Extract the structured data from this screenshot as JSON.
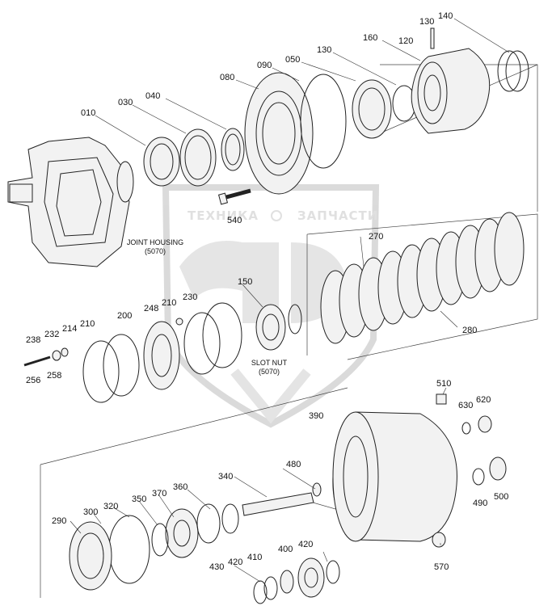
{
  "watermark": {
    "left": "ТЕХНИКА",
    "right": "ЗАПЧАСТИ",
    "logo": "ЭП"
  },
  "notes": {
    "joint_housing": [
      "JOINT HOUSING",
      "(5070)"
    ],
    "slot_nut": [
      "SLOT NUT",
      "(5070)"
    ]
  },
  "labels": {
    "p010": "010",
    "p030": "030",
    "p040": "040",
    "p080": "080",
    "p090": "090",
    "p050": "050",
    "p130a": "130",
    "p130b": "130",
    "p140": "140",
    "p160": "160",
    "p120": "120",
    "p540": "540",
    "p270": "270",
    "p280": "280",
    "p150": "150",
    "p200": "200",
    "p248": "248",
    "p210a": "210",
    "p230": "230",
    "p238": "238",
    "p232": "232",
    "p214": "214",
    "p210b": "210",
    "p256": "256",
    "p258": "258",
    "p510": "510",
    "p630": "630",
    "p620": "620",
    "p390": "390",
    "p480": "480",
    "p340": "340",
    "p360": "360",
    "p370": "370",
    "p350": "350",
    "p320": "320",
    "p300": "300",
    "p290": "290",
    "p490": "490",
    "p500": "500",
    "p570": "570",
    "p400": "400",
    "p420a": "420",
    "p420b": "420",
    "p410": "410",
    "p430": "430"
  },
  "colors": {
    "line": "#222222",
    "fill": "#f2f2f2",
    "watermark": "#c8c8c8"
  }
}
